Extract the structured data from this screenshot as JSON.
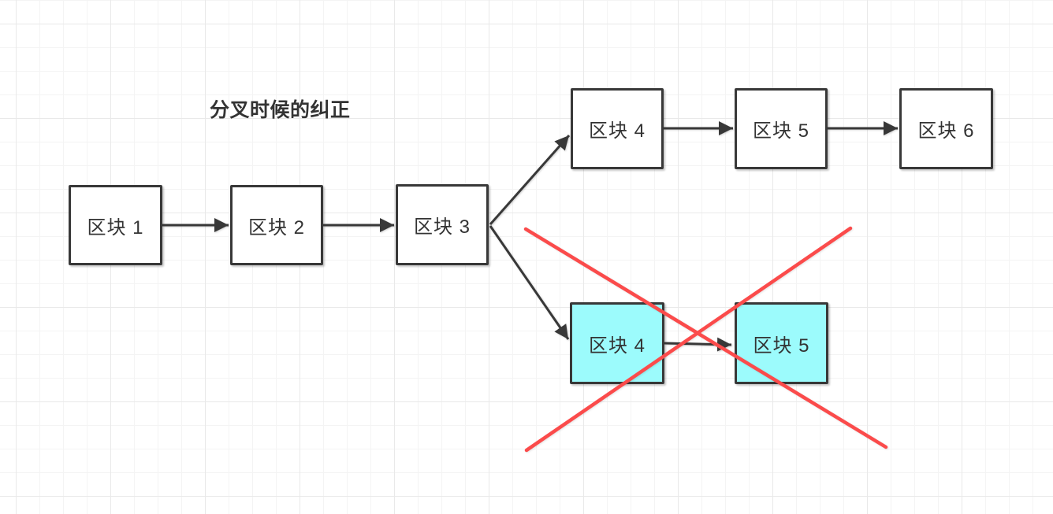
{
  "title": "分叉时候的纠正",
  "blocks": [
    {
      "id": "block-1",
      "label": "区块 1",
      "chain": "main",
      "status": "valid"
    },
    {
      "id": "block-2",
      "label": "区块 2",
      "chain": "main",
      "status": "valid"
    },
    {
      "id": "block-3",
      "label": "区块 3",
      "chain": "main",
      "status": "valid"
    },
    {
      "id": "block-4-main",
      "label": "区块 4",
      "chain": "main",
      "status": "valid"
    },
    {
      "id": "block-5-main",
      "label": "区块 5",
      "chain": "main",
      "status": "valid"
    },
    {
      "id": "block-6-main",
      "label": "区块 6",
      "chain": "main",
      "status": "valid"
    },
    {
      "id": "block-4-fork",
      "label": "区块 4",
      "chain": "fork",
      "status": "discarded"
    },
    {
      "id": "block-5-fork",
      "label": "区块 5",
      "chain": "fork",
      "status": "discarded"
    }
  ],
  "edges": [
    {
      "from": "block-1",
      "to": "block-2"
    },
    {
      "from": "block-2",
      "to": "block-3"
    },
    {
      "from": "block-3",
      "to": "block-4-main"
    },
    {
      "from": "block-3",
      "to": "block-4-fork"
    },
    {
      "from": "block-4-main",
      "to": "block-5-main"
    },
    {
      "from": "block-5-main",
      "to": "block-6-main"
    },
    {
      "from": "block-4-fork",
      "to": "block-5-fork"
    }
  ],
  "colors": {
    "canvas_background": "#ffffff",
    "grid_minor": "#f4f4f4",
    "grid_major": "#e9e9e9",
    "block_fill": "#ffffff",
    "fork_block_fill": "#9cfbfc",
    "block_border": "#383838",
    "arrow": "#383838",
    "cross": "#fb4b4b",
    "text": "#333333"
  }
}
